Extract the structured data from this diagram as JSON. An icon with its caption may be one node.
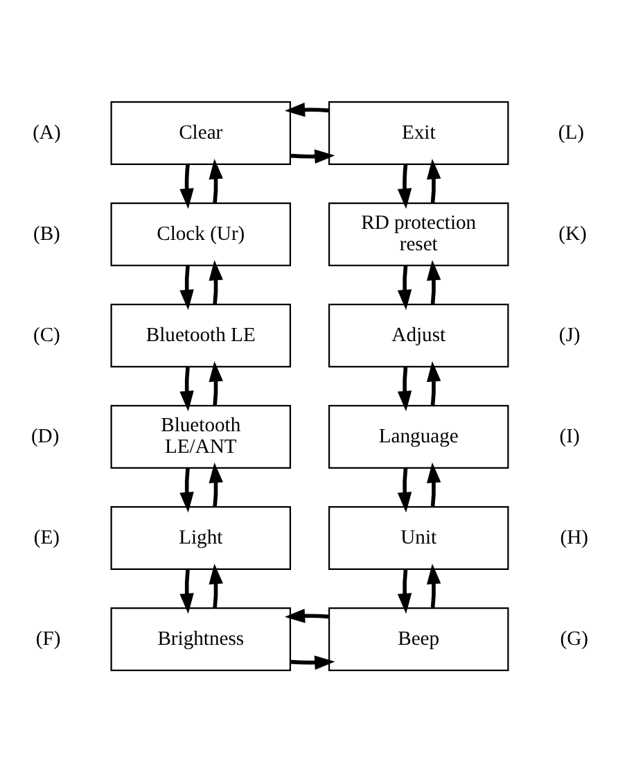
{
  "diagram": {
    "nodes": [
      {
        "text": [
          "Clear"
        ],
        "beside": [
          "(A)"
        ]
      },
      {
        "text": [
          "Exit"
        ],
        "beside": [
          "(L)"
        ]
      },
      {
        "text": [
          "Clock (Ur)"
        ],
        "beside": [
          "(B)"
        ]
      },
      {
        "text": [
          "RD protection reset"
        ],
        "beside": [
          "(K)"
        ]
      },
      {
        "text": [
          "Bluetooth LE"
        ],
        "beside": [
          "(C)"
        ]
      },
      {
        "text": [
          "Adjust"
        ],
        "beside": [
          "(J)"
        ]
      },
      {
        "text": [
          "Bluetooth LE/ANT"
        ],
        "beside": [
          "(D)"
        ]
      },
      {
        "text": [
          "Language"
        ],
        "beside": [
          "(I)"
        ]
      },
      {
        "text": [
          "Light"
        ],
        "beside": [
          "(E)"
        ]
      },
      {
        "text": [
          "Unit"
        ],
        "beside": [
          "(H)"
        ]
      },
      {
        "text": [
          "Brightness"
        ],
        "beside": [
          "(F)"
        ]
      },
      {
        "text": [
          "Beep"
        ],
        "beside": [
          "(G)"
        ]
      }
    ],
    "edges": [
      {
        "from": 0,
        "to": 1,
        "arrow": "to"
      },
      {
        "from": 1,
        "to": 0,
        "arrow": "to"
      },
      {
        "from": 2,
        "to": 0,
        "arrow": "to"
      },
      {
        "from": 0,
        "to": 2,
        "arrow": "to"
      },
      {
        "from": 3,
        "to": 1,
        "arrow": "to"
      },
      {
        "from": 1,
        "to": 3,
        "arrow": "to"
      },
      {
        "from": 4,
        "to": 2,
        "arrow": "to"
      },
      {
        "from": 2,
        "to": 4,
        "arrow": "to"
      },
      {
        "from": 5,
        "to": 3,
        "arrow": "to"
      },
      {
        "from": 3,
        "to": 5,
        "arrow": "to"
      },
      {
        "from": 6,
        "to": 4,
        "arrow": "to"
      },
      {
        "from": 4,
        "to": 6,
        "arrow": "to"
      },
      {
        "from": 7,
        "to": 5,
        "arrow": "to"
      },
      {
        "from": 5,
        "to": 7,
        "arrow": "to"
      },
      {
        "from": 8,
        "to": 6,
        "arrow": "to"
      },
      {
        "from": 6,
        "to": 8,
        "arrow": "to"
      },
      {
        "from": 9,
        "to": 7,
        "arrow": "to"
      },
      {
        "from": 7,
        "to": 9,
        "arrow": "to"
      },
      {
        "from": 10,
        "to": 8,
        "arrow": "to"
      },
      {
        "from": 8,
        "to": 10,
        "arrow": "to"
      },
      {
        "from": 11,
        "to": 9,
        "arrow": "to"
      },
      {
        "from": 9,
        "to": 11,
        "arrow": "to"
      },
      {
        "from": 10,
        "to": 11,
        "arrow": "to"
      },
      {
        "from": 11,
        "to": 10,
        "arrow": "to"
      }
    ]
  }
}
